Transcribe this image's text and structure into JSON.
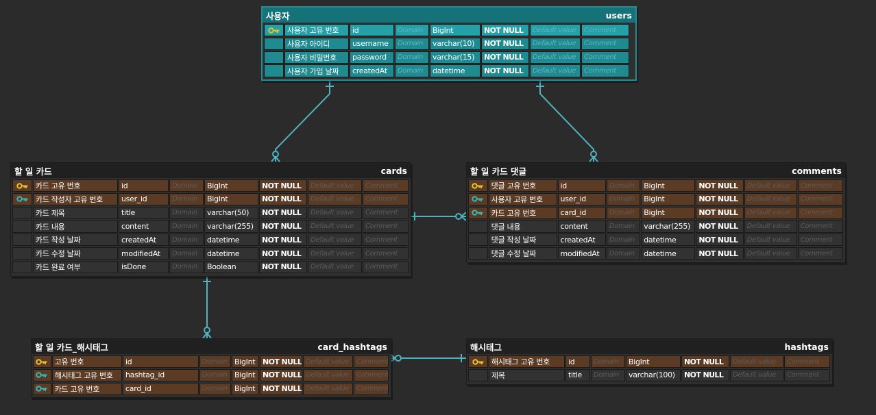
{
  "colors": {
    "background": "#2b2b2b",
    "selected_header": "#157279",
    "selected_row": "#208a91",
    "key_row": "#5c3b25",
    "plain_row": "#323232",
    "relation_line": "#4fb3bf",
    "primary_key_icon": "#e6c02e",
    "foreign_key_icon": "#36b6b9"
  },
  "entities": {
    "users": {
      "logical": "사용자",
      "physical": "users",
      "selected": true,
      "columns": [
        {
          "key": "primary-key-icon",
          "name": "사용자 고유 번호",
          "field": "id",
          "domain": "Domain",
          "type": "BigInt",
          "null": "NOT NULL",
          "default": "Default value",
          "comment": "Comment"
        },
        {
          "key": "",
          "name": "사용자 아이디",
          "field": "username",
          "domain": "Domain",
          "type": "varchar(10)",
          "null": "NOT NULL",
          "default": "Default value",
          "comment": "Comment"
        },
        {
          "key": "",
          "name": "사용자 비밀번호",
          "field": "password",
          "domain": "Domain",
          "type": "varchar(15)",
          "null": "NOT NULL",
          "default": "Default value",
          "comment": "Comment"
        },
        {
          "key": "",
          "name": "사용자 가입 날짜",
          "field": "createdAt",
          "domain": "Domain",
          "type": "datetime",
          "null": "NOT NULL",
          "default": "Default value",
          "comment": "Comment"
        }
      ]
    },
    "cards": {
      "logical": "할 일 카드",
      "physical": "cards",
      "selected": false,
      "columns": [
        {
          "key": "primary-key-icon",
          "name": "카드 고유 번호",
          "field": "id",
          "domain": "Domain",
          "type": "BigInt",
          "null": "NOT NULL",
          "default": "Default value",
          "comment": "Comment"
        },
        {
          "key": "foreign-key-icon",
          "name": "카드 작성자 고유 번호",
          "field": "user_id",
          "domain": "Domain",
          "type": "BigInt",
          "null": "NOT NULL",
          "default": "Default value",
          "comment": "Comment"
        },
        {
          "key": "",
          "name": "카드 제목",
          "field": "title",
          "domain": "Domain",
          "type": "varchar(50)",
          "null": "NOT NULL",
          "default": "Default value",
          "comment": "Comment"
        },
        {
          "key": "",
          "name": "카드 내용",
          "field": "content",
          "domain": "Domain",
          "type": "varchar(255)",
          "null": "NOT NULL",
          "default": "Default value",
          "comment": "Comment"
        },
        {
          "key": "",
          "name": "카드 작성 날짜",
          "field": "createdAt",
          "domain": "Domain",
          "type": "datetime",
          "null": "NOT NULL",
          "default": "Default value",
          "comment": "Comment"
        },
        {
          "key": "",
          "name": "카드 수정 날짜",
          "field": "modifiedAt",
          "domain": "Domain",
          "type": "datetime",
          "null": "NOT NULL",
          "default": "Default value",
          "comment": "Comment"
        },
        {
          "key": "",
          "name": "카드 완료 여부",
          "field": "isDone",
          "domain": "Domain",
          "type": "Boolean",
          "null": "NOT NULL",
          "default": "Default value",
          "comment": "Comment"
        }
      ]
    },
    "comments": {
      "logical": "할 일 카드 댓글",
      "physical": "comments",
      "selected": false,
      "columns": [
        {
          "key": "primary-key-icon",
          "name": "댓글 고유 번호",
          "field": "id",
          "domain": "Domain",
          "type": "BigInt",
          "null": "NOT NULL",
          "default": "Default value",
          "comment": "Comment"
        },
        {
          "key": "foreign-key-icon",
          "name": "사용자 고유 번호",
          "field": "user_id",
          "domain": "Domain",
          "type": "BigInt",
          "null": "NOT NULL",
          "default": "Default value",
          "comment": "Comment"
        },
        {
          "key": "foreign-key-icon",
          "name": "카드 고유 번호",
          "field": "card_id",
          "domain": "Domain",
          "type": "BigInt",
          "null": "NOT NULL",
          "default": "Default value",
          "comment": "Comment"
        },
        {
          "key": "",
          "name": "댓글 내용",
          "field": "content",
          "domain": "Domain",
          "type": "varchar(255)",
          "null": "NOT NULL",
          "default": "Default value",
          "comment": "Comment"
        },
        {
          "key": "",
          "name": "댓글 작성 날짜",
          "field": "createdAt",
          "domain": "Domain",
          "type": "datetime",
          "null": "NOT NULL",
          "default": "Default value",
          "comment": "Comment"
        },
        {
          "key": "",
          "name": "댓글 수정 날짜",
          "field": "modifiedAt",
          "domain": "Domain",
          "type": "datetime",
          "null": "NOT NULL",
          "default": "Default value",
          "comment": "Comment"
        }
      ]
    },
    "card_hashtags": {
      "logical": "할 일 카드_해시태그",
      "physical": "card_hashtags",
      "selected": false,
      "columns": [
        {
          "key": "primary-key-icon",
          "name": "고유 번호",
          "field": "id",
          "domain": "Domain",
          "type": "BigInt",
          "null": "NOT NULL",
          "default": "Default value",
          "comment": "Comment"
        },
        {
          "key": "foreign-key-icon",
          "name": "해시태그 고유 번호",
          "field": "hashtag_id",
          "domain": "Domain",
          "type": "BigInt",
          "null": "NOT NULL",
          "default": "Default value",
          "comment": "Comment"
        },
        {
          "key": "foreign-key-icon",
          "name": "카드 고유 번호",
          "field": "card_id",
          "domain": "Domain",
          "type": "BigInt",
          "null": "NOT NULL",
          "default": "Default value",
          "comment": "Comment"
        }
      ]
    },
    "hashtags": {
      "logical": "해시태그",
      "physical": "hashtags",
      "selected": false,
      "columns": [
        {
          "key": "primary-key-icon",
          "name": "해시태그 고유 번호",
          "field": "id",
          "domain": "Domain",
          "type": "BigInt",
          "null": "NOT NULL",
          "default": "Default value",
          "comment": "Comment"
        },
        {
          "key": "",
          "name": "제목",
          "field": "title",
          "domain": "Domain",
          "type": "varchar(100)",
          "null": "NOT NULL",
          "default": "Default value",
          "comment": "Comment"
        }
      ]
    }
  }
}
